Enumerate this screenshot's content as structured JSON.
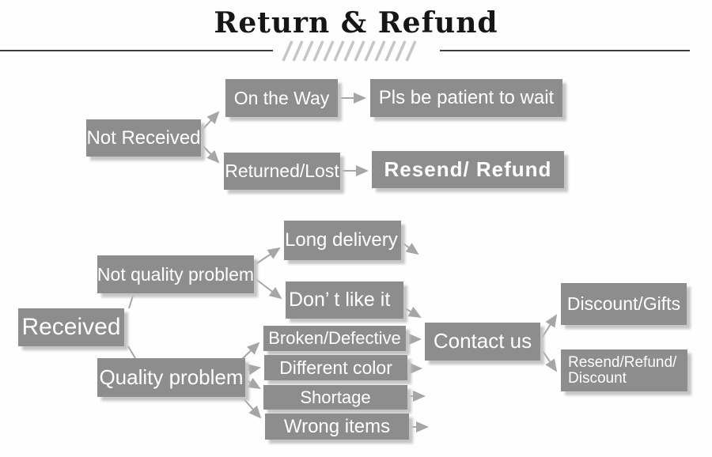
{
  "title": "Return & Refund",
  "colors": {
    "box_fill": "#8d8d8d",
    "box_text": "#ffffff",
    "box_shadow": "#c5c5c5",
    "arrow": "#a6a6a6",
    "title_text": "#161616",
    "header_rule": "#3f3f3f",
    "hatch": "#c6c6c6",
    "background": "#fefefe"
  },
  "nodes": {
    "not_received": {
      "label": "Not Received"
    },
    "on_the_way": {
      "label": "On the Way"
    },
    "pls_wait": {
      "label": "Pls be patient to wait"
    },
    "returned_lost": {
      "label": "Returned/Lost"
    },
    "resend_refund": {
      "label": "Resend/ Refund"
    },
    "received": {
      "label": "Received"
    },
    "not_quality": {
      "label": "Not quality problem"
    },
    "quality": {
      "label": "Quality problem"
    },
    "long_delivery": {
      "label": "Long delivery"
    },
    "dont_like": {
      "label": "Don’ t like it"
    },
    "broken": {
      "label": "Broken/Defective"
    },
    "diff_color": {
      "label": "Different color"
    },
    "shortage": {
      "label": "Shortage"
    },
    "wrong_items": {
      "label": "Wrong items"
    },
    "contact_us": {
      "label": "Contact us"
    },
    "discount_gifts": {
      "label": "Discount/Gifts"
    },
    "resend_discount": {
      "label": "Resend/Refund/Discount",
      "line1": "Resend/Refund/",
      "line2": "Discount"
    }
  },
  "edges": [
    {
      "from": "Not Received",
      "to": "On the Way"
    },
    {
      "from": "Not Received",
      "to": "Returned/Lost"
    },
    {
      "from": "On the Way",
      "to": "Pls be patient to wait"
    },
    {
      "from": "Returned/Lost",
      "to": "Resend/ Refund"
    },
    {
      "from": "Received",
      "to": "Not quality problem"
    },
    {
      "from": "Received",
      "to": "Quality problem"
    },
    {
      "from": "Not quality problem",
      "to": "Long delivery"
    },
    {
      "from": "Not quality problem",
      "to": "Don’ t like it"
    },
    {
      "from": "Long delivery",
      "to": "Contact us"
    },
    {
      "from": "Don’ t like it",
      "to": "Contact us"
    },
    {
      "from": "Quality problem",
      "to": "Broken/Defective"
    },
    {
      "from": "Quality problem",
      "to": "Different color"
    },
    {
      "from": "Quality problem",
      "to": "Shortage"
    },
    {
      "from": "Quality problem",
      "to": "Wrong items"
    },
    {
      "from": "Broken/Defective",
      "to": "Contact us"
    },
    {
      "from": "Different color",
      "to": "Contact us"
    },
    {
      "from": "Shortage",
      "to": "Contact us"
    },
    {
      "from": "Wrong items",
      "to": "Contact us"
    },
    {
      "from": "Contact us",
      "to": "Discount/Gifts"
    },
    {
      "from": "Contact us",
      "to": "Resend/Refund/Discount"
    }
  ]
}
